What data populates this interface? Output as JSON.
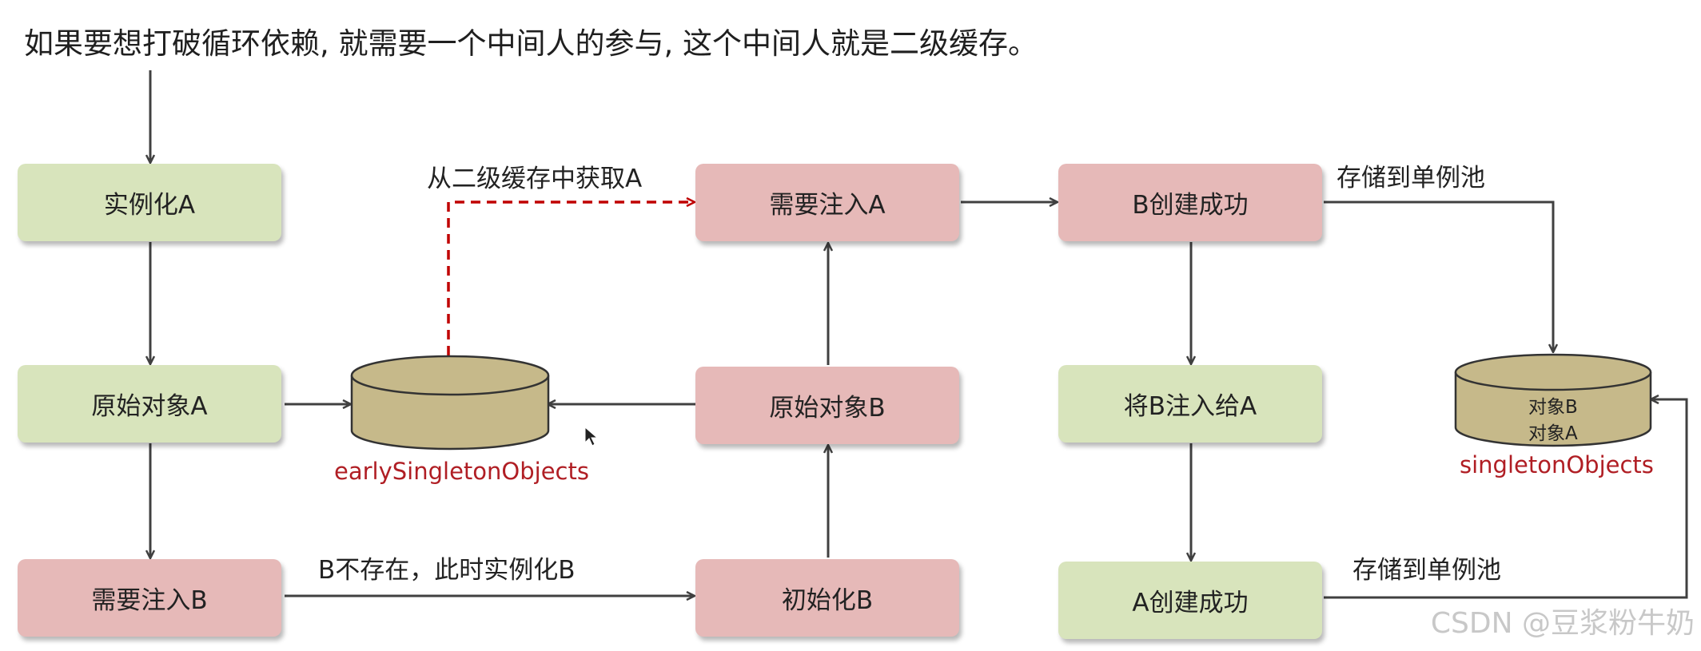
{
  "heading": "如果要想打破循环依赖, 就需要一个中间人的参与, 这个中间人就是二级缓存。",
  "boxes": {
    "instantiate_a": "实例化A",
    "raw_object_a": "原始对象A",
    "need_inject_b": "需要注入B",
    "need_inject_a": "需要注入A",
    "raw_object_b": "原始对象B",
    "init_b": "初始化B",
    "b_created": "B创建成功",
    "inject_b_into_a": "将B注入给A",
    "a_created": "A创建成功"
  },
  "labels": {
    "get_from_second_cache": "从二级缓存中获取A",
    "b_not_exist": "B不存在，此时实例化B",
    "store_singleton_top": "存储到单例池",
    "store_singleton_bottom": "存储到单例池"
  },
  "caches": {
    "early": {
      "name": "earlySingletonObjects"
    },
    "singleton": {
      "name": "singletonObjects",
      "items": [
        "对象B",
        "对象A"
      ]
    }
  },
  "watermark": "CSDN @豆浆粉牛奶",
  "colors": {
    "green_box": "#d8e4bc",
    "pink_box": "#e6b9b8",
    "cylinder": "#c6b98a",
    "dashed_arrow": "#c00000",
    "cache_label": "#b01e24",
    "arrow": "#404040"
  }
}
